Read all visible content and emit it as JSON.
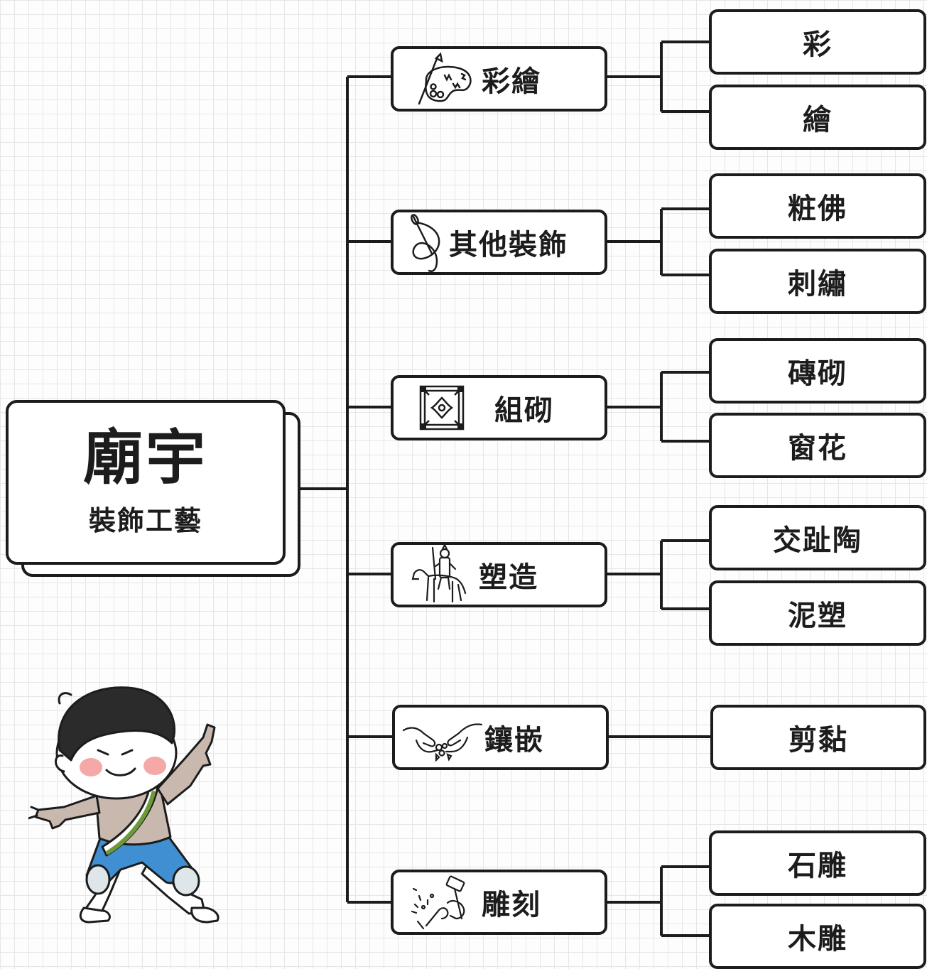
{
  "root": {
    "title": "廟宇",
    "subtitle": "裝飾工藝"
  },
  "branches": [
    {
      "label": "彩繪",
      "icon": "paint-palette-icon",
      "children": [
        "彩",
        "繪"
      ]
    },
    {
      "label": "其他裝飾",
      "icon": "needle-thread-icon",
      "children": [
        "粧佛",
        "刺繡"
      ]
    },
    {
      "label": "組砌",
      "icon": "decorative-tile-icon",
      "children": [
        "磚砌",
        "窗花"
      ]
    },
    {
      "label": "塑造",
      "icon": "horse-rider-figurine-icon",
      "children": [
        "交趾陶",
        "泥塑"
      ]
    },
    {
      "label": "鑲嵌",
      "icon": "hands-inlaying-icon",
      "children": [
        "剪黏"
      ]
    },
    {
      "label": "雕刻",
      "icon": "hammer-chisel-icon",
      "children": [
        "石雕",
        "木雕"
      ]
    }
  ],
  "illustration": "cartoon-boy-mascot",
  "colors": {
    "line": "#1c1c1c",
    "box_fill": "#ffffff",
    "grid": "#e6e6e6",
    "cheek": "#f4a9a8",
    "shorts": "#3f8fd2",
    "sash_stripe": "#6c9a3a"
  }
}
